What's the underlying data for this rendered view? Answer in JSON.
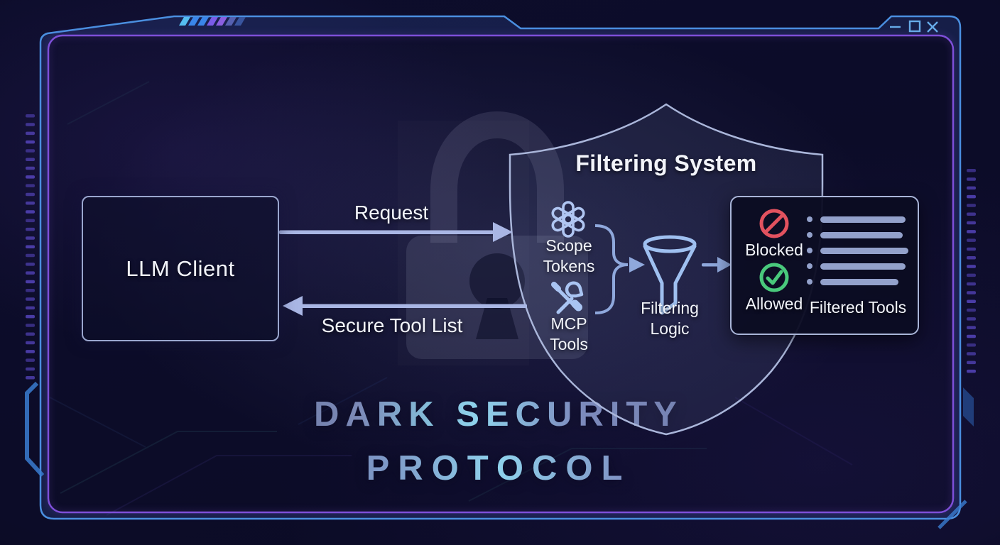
{
  "window": {
    "controls": [
      {
        "name": "minimize"
      },
      {
        "name": "maximize"
      },
      {
        "name": "close"
      }
    ]
  },
  "diagram": {
    "client_label": "LLM Client",
    "request_label": "Request",
    "response_label": "Secure Tool List",
    "shield_title": "Filtering System",
    "scope_tokens_label": "Scope Tokens",
    "mcp_tools_label": "MCP Tools",
    "filtering_logic_label": "Filtering Logic",
    "results": {
      "blocked_label": "Blocked",
      "allowed_label": "Allowed",
      "filtered_tools_label": "Filtered Tools",
      "list_row_count": 5
    },
    "icons": {
      "scope_tokens": "openai-logo-icon",
      "mcp_tools": "wrench-screwdriver-icon",
      "filtering": "funnel-icon",
      "blocked": "no-entry-icon",
      "allowed": "check-circle-icon",
      "watermark": "padlock-icon"
    }
  },
  "title": {
    "line1": "DARK SECURITY",
    "line2": "PROTOCOL"
  },
  "colors": {
    "frame_blue": "#4a8fe0",
    "frame_purple": "#7e4fd8",
    "arrow_periwinkle": "#a9b6e4",
    "icon_blue": "#a9c4f2",
    "blocked_red": "#e2525f",
    "allowed_green": "#49c97c",
    "title_muted": "#6d79ab",
    "title_bright": "#8fd2ec"
  }
}
